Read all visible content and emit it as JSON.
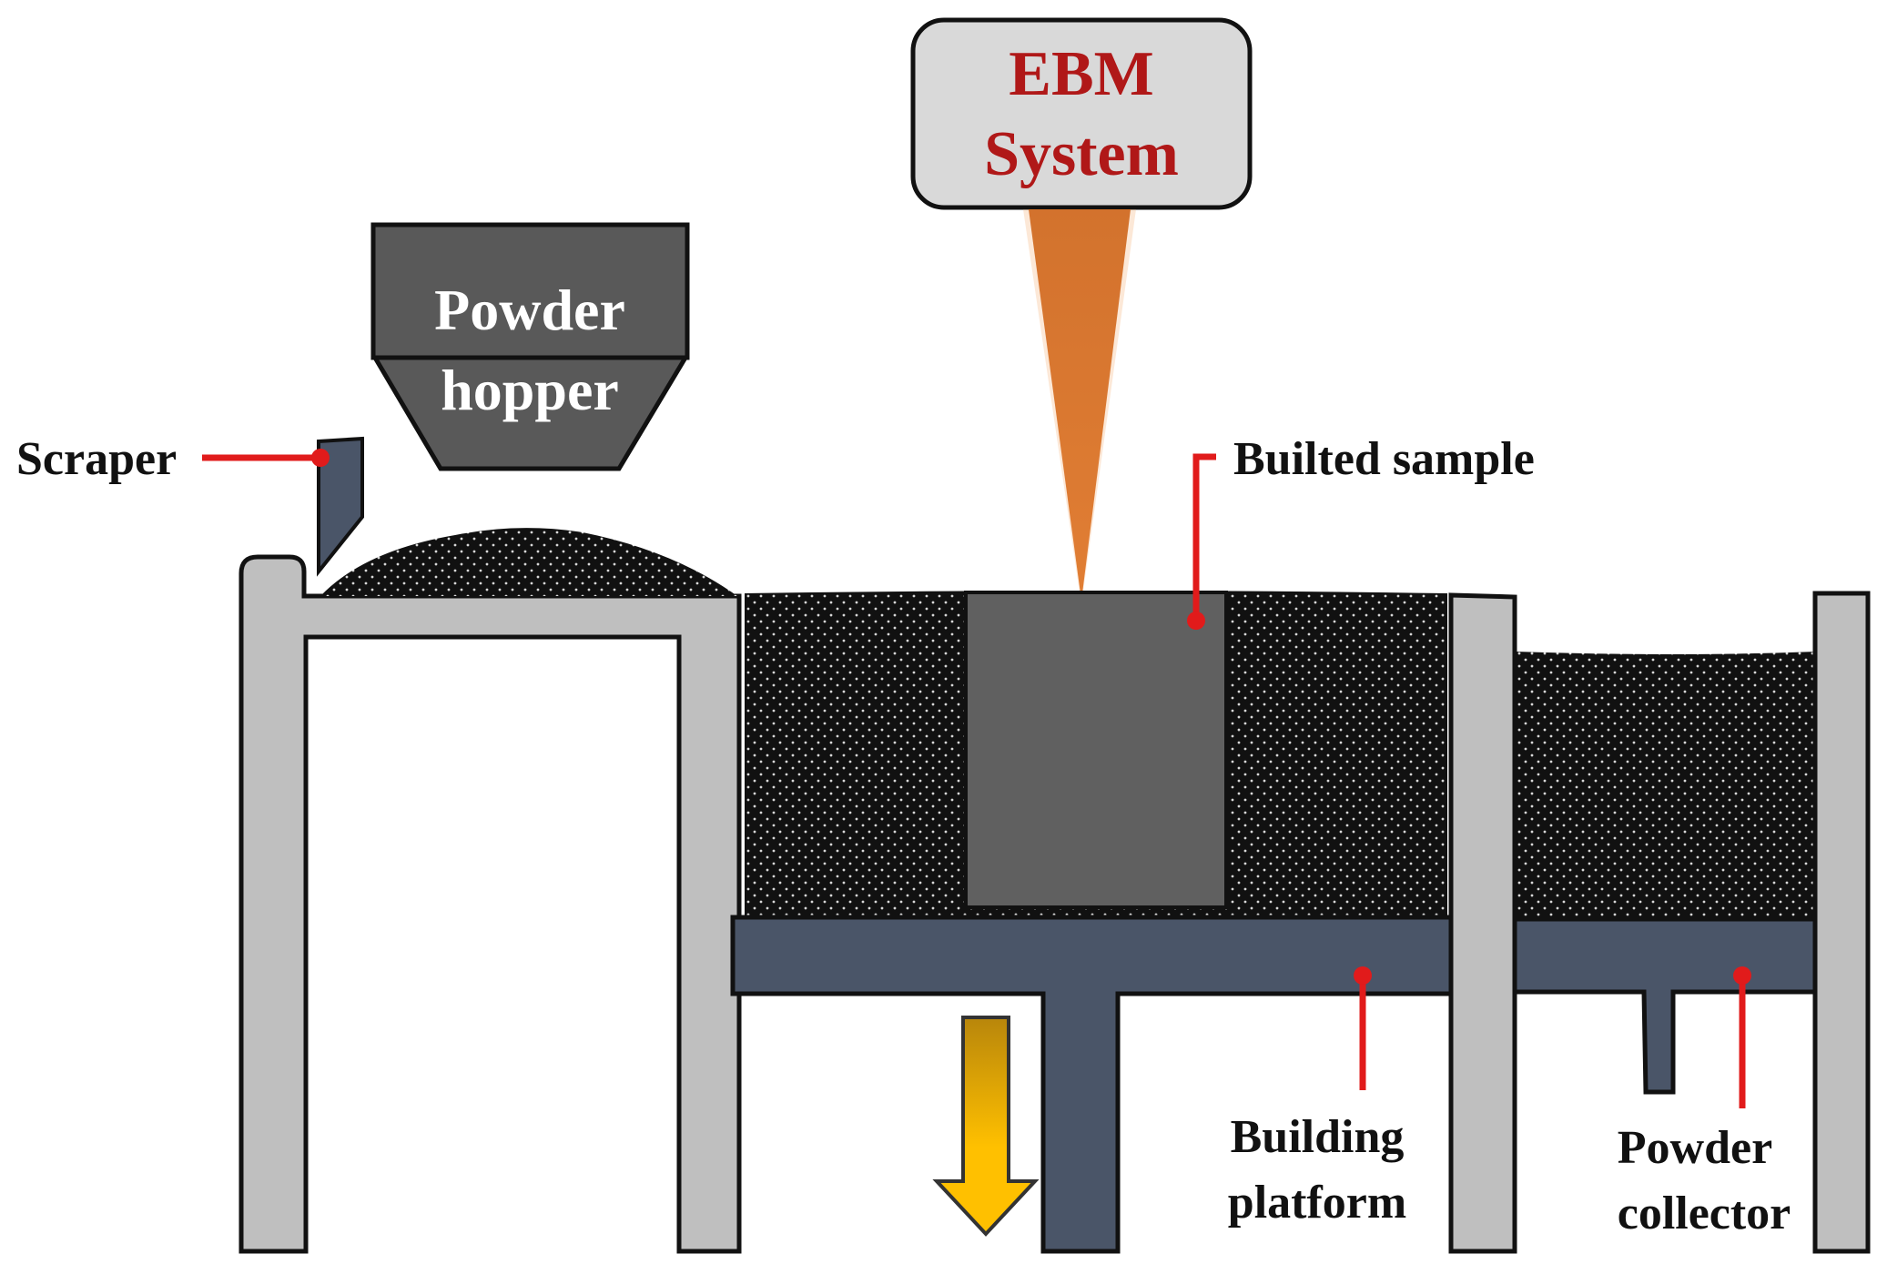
{
  "system_box": {
    "line1": "EBM",
    "line2": "System"
  },
  "hopper": {
    "line1": "Powder",
    "line2": "hopper"
  },
  "labels": {
    "scraper": "Scraper",
    "builted_sample": "Builted sample",
    "building_platform_line1": "Building",
    "building_platform_line2": "platform",
    "powder_collector_line1": "Powder",
    "powder_collector_line2": "collector"
  },
  "colors": {
    "ebm_text": "#b01818",
    "beam": "#c55a11",
    "frame": "#bfbfbf",
    "platform": "#4a5568",
    "sample": "#606060",
    "hopper": "#595959",
    "powder": "#111111",
    "leader": "#e11b1b",
    "arrow_top": "#b8860b",
    "arrow_bottom": "#ffc000"
  }
}
